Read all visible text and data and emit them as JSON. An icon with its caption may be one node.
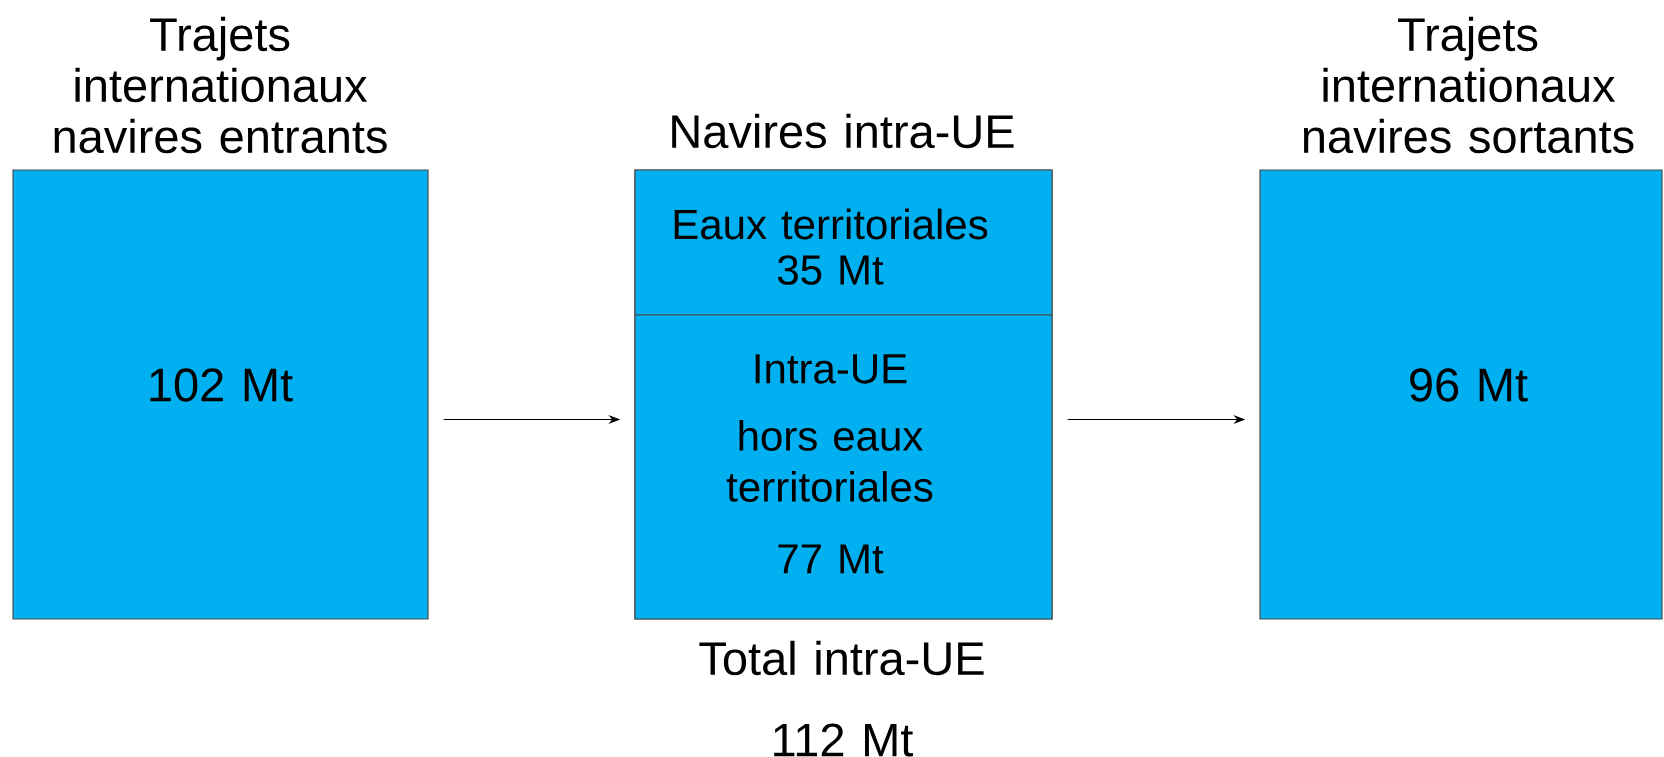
{
  "diagram": {
    "nodes": [
      {
        "text": [
          "Trajets internationaux navires entrants",
          "102 Mt"
        ]
      },
      {
        "text": [
          "Navires intra-UE"
        ],
        "beside": [
          "Total intra-UE",
          "112 Mt"
        ]
      },
      {
        "text": [
          "Eaux territoriales",
          "35 Mt"
        ],
        "in": 1
      },
      {
        "text": [
          "Intra-UE",
          "hors eaux territoriales",
          "77 Mt"
        ],
        "in": 1
      },
      {
        "text": [
          "Trajets internationaux navires sortants",
          "96 Mt"
        ]
      }
    ],
    "edges": [
      {
        "from": 0,
        "to": 1,
        "arrow": "to"
      },
      {
        "from": 1,
        "to": 4,
        "arrow": "to"
      }
    ]
  }
}
